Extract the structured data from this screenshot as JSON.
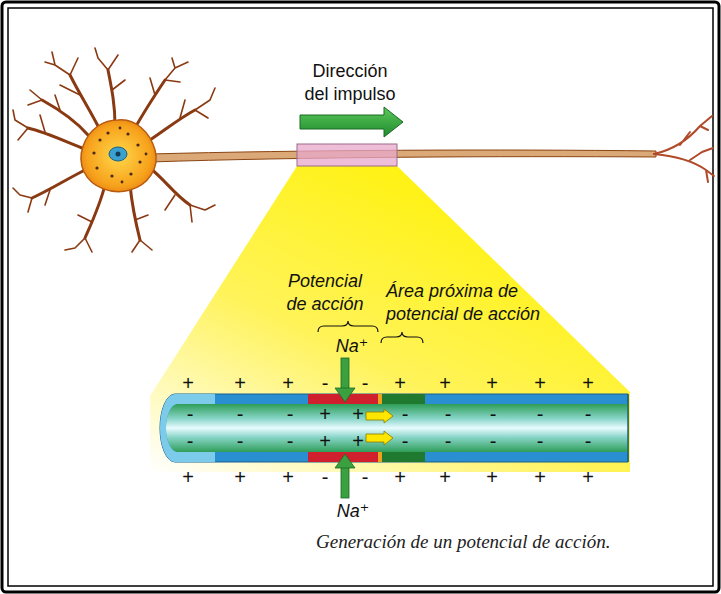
{
  "diagram": {
    "caption": "Generación de un potencial de acción.",
    "labels": [
      "Dirección del impulso",
      "Potencial de acción",
      "Na⁺",
      "Área próxima de potencial de acción",
      "+",
      "+",
      "+",
      "-",
      "-",
      "+",
      "+",
      "+",
      "+",
      "+",
      "-",
      "-",
      "-",
      "+",
      "+",
      "-",
      "-",
      "-",
      "-",
      "-",
      "-",
      "-",
      "-",
      "+",
      "+",
      "-",
      "-",
      "-",
      "-",
      "-",
      "+",
      "+",
      "+",
      "-",
      "-",
      "+",
      "+",
      "+",
      "+",
      "+",
      "Na⁺"
    ]
  }
}
